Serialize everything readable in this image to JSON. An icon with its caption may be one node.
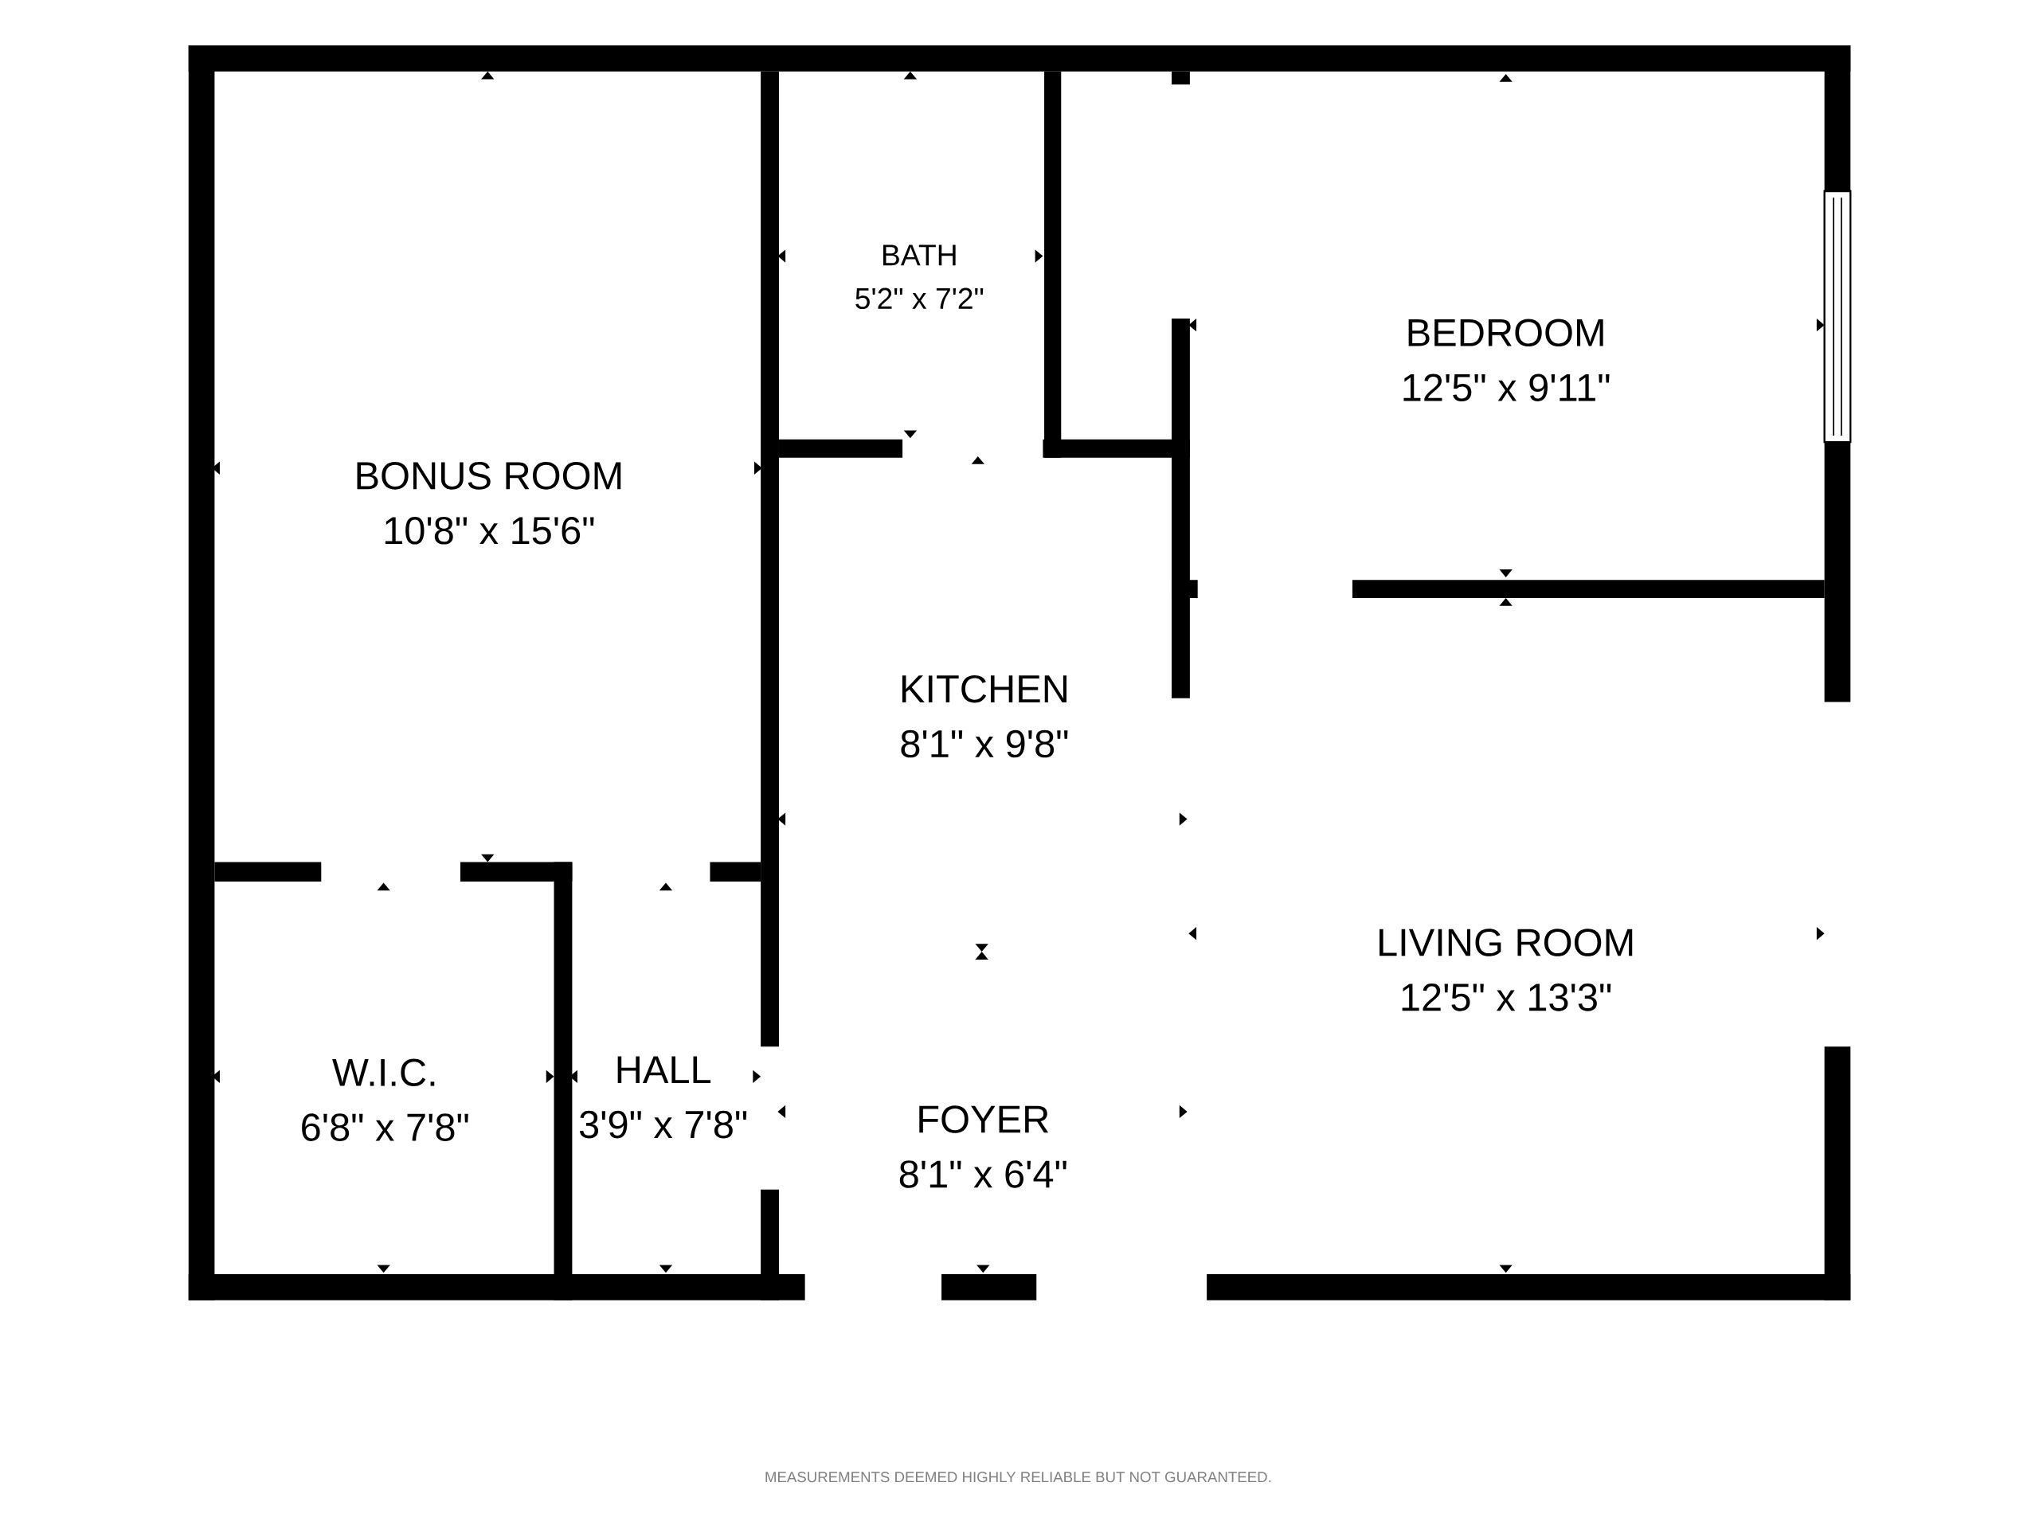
{
  "diagram": {
    "nodes": [
      {
        "text": [
          "BONUS ROOM",
          "10'8\" x 15'6\""
        ]
      },
      {
        "text": [
          "BATH",
          "5'2\" x 7'2\""
        ]
      },
      {
        "text": [
          "BEDROOM",
          "12'5\" x 9'11\""
        ]
      },
      {
        "text": [
          "KITCHEN",
          "8'1\" x 9'8\""
        ]
      },
      {
        "text": [
          "W.I.C.",
          "6'8\" x 7'8\""
        ]
      },
      {
        "text": [
          "HALL",
          "3'9\" x 7'8\""
        ]
      },
      {
        "text": [
          "FOYER",
          "8'1\" x 6'4\""
        ]
      },
      {
        "text": [
          "LIVING ROOM",
          "12'5\" x 13'3\""
        ]
      }
    ],
    "labels": [
      "MEASUREMENTS DEEMED HIGHLY RELIABLE BUT NOT GUARANTEED."
    ]
  }
}
